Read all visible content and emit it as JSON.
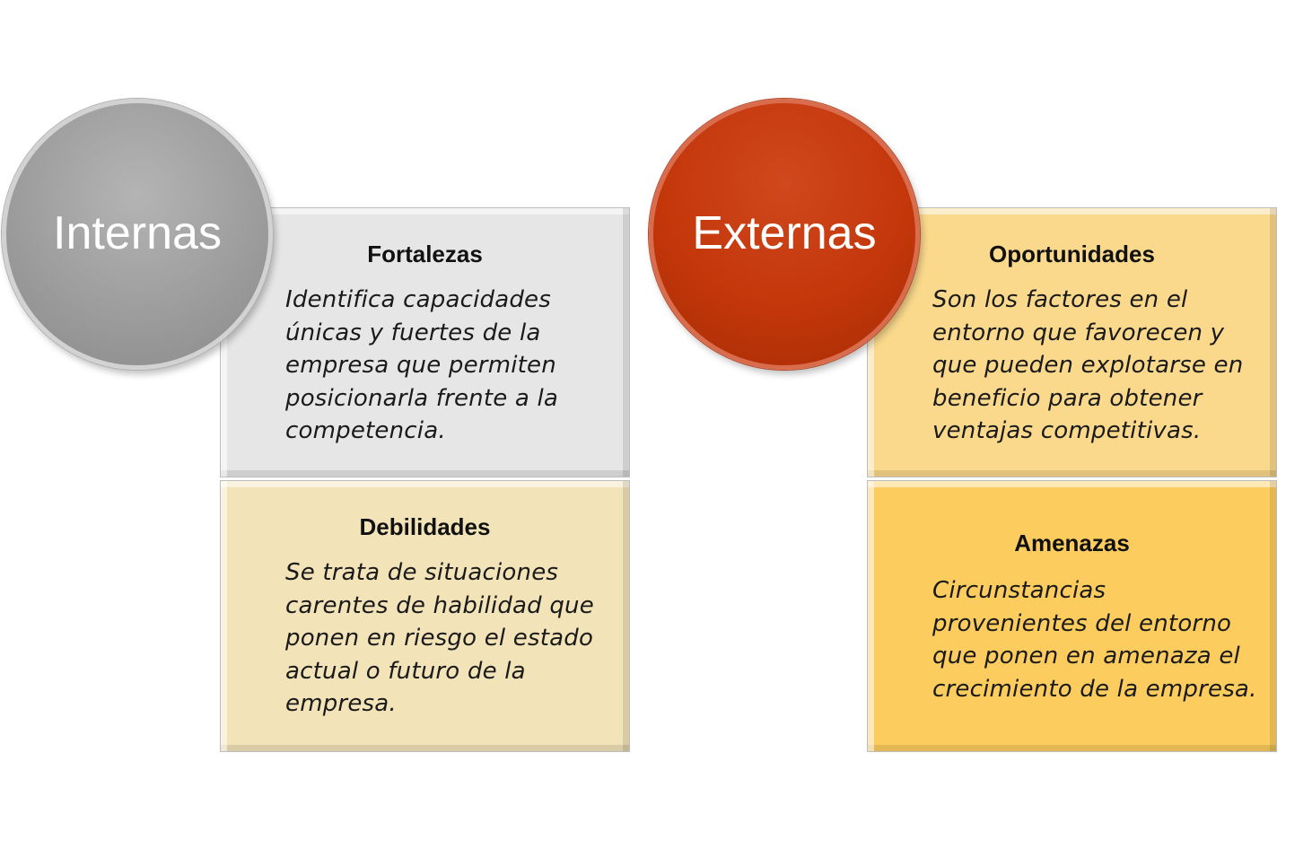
{
  "internas": {
    "label": "Internas",
    "color": "#9d9d9d",
    "fortalezas": {
      "title": "Fortalezas",
      "text": "Identifica capacidades\núnicas y fuertes de la\nempresa que permiten\nposicionarla frente a la\ncompetencia."
    },
    "debilidades": {
      "title": "Debilidades",
      "text": "Se trata de situaciones\ncarentes de habilidad que\nponen en riesgo el estado\nactual o futuro de la\nempresa."
    }
  },
  "externas": {
    "label": "Externas",
    "color": "#c3370a",
    "oportunidades": {
      "title": "Oportunidades",
      "text": "Son los factores en el\nentorno que favorecen y\nque pueden explotarse en\nbeneficio para obtener\nventajas competitivas."
    },
    "amenazas": {
      "title": "Amenazas",
      "text": "Circunstancias\nprovenientes del entorno\nque ponen en amenaza el\ncrecimiento de la empresa."
    }
  }
}
